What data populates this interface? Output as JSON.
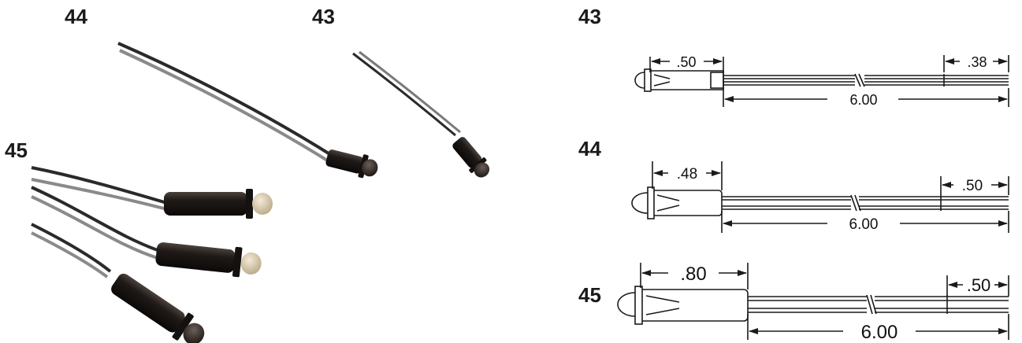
{
  "photo": {
    "labels": [
      "44",
      "43",
      "45"
    ]
  },
  "drawings": [
    {
      "label": "43",
      "lead_dim": ".50",
      "end_dim": ".38",
      "length_dim": "6.00"
    },
    {
      "label": "44",
      "lead_dim": ".48",
      "end_dim": ".50",
      "length_dim": "6.00"
    },
    {
      "label": "45",
      "lead_dim": ".80",
      "end_dim": ".50",
      "length_dim": "6.00"
    }
  ],
  "colors": {
    "body": "#1c1714",
    "lens_amber": "#d8c9a8",
    "wire_dark": "#2a2a2a",
    "wire_light": "#8a8a8a",
    "line": "#1a1a1a"
  }
}
